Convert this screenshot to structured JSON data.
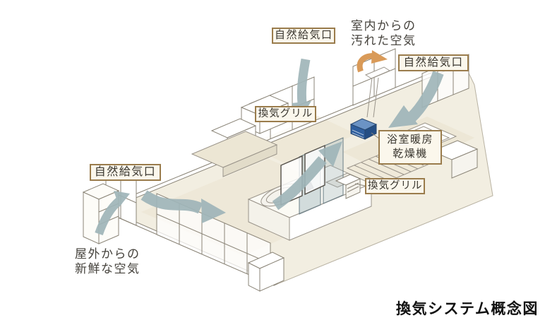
{
  "diagram_title": "換気システム概念図",
  "labels": {
    "natural_supply_inlet": "自然給気口",
    "vent_grill": "換気グリル",
    "bath_heater_line1": "浴室暖房",
    "bath_heater_line2": "乾燥機",
    "indoor_dirty_air_line1": "室内からの",
    "indoor_dirty_air_line2": "汚れた空気",
    "outdoor_fresh_air_line1": "屋外からの",
    "outdoor_fresh_air_line2": "新鮮な空気"
  },
  "colors": {
    "fresh_air_arrow": "#9fb5b9",
    "exhaust_air_arrow": "#d99a58",
    "label_border": "#9a7c4c",
    "label_bg": "#fbf7ec",
    "floor_fill": "#f2eee1",
    "line": "#8b8578",
    "heater_blue": "#2f5f9e",
    "text": "#39362f"
  }
}
